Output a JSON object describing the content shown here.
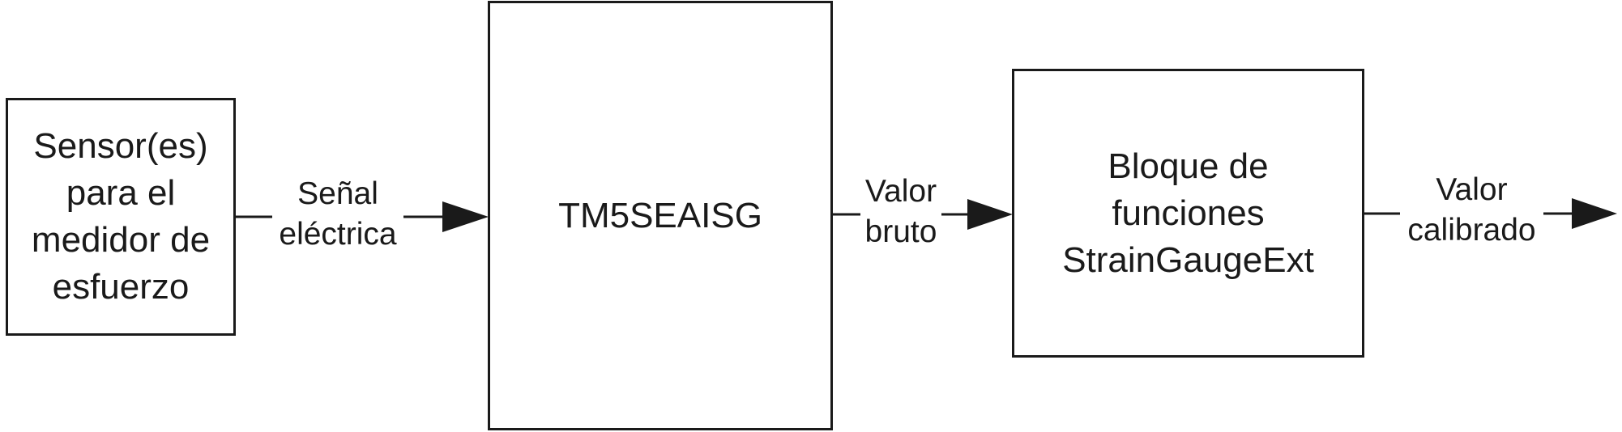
{
  "blocks": {
    "sensor": [
      "Sensor(es)",
      "para el",
      "medidor de",
      "esfuerzo"
    ],
    "module": [
      "TM5SEAISG"
    ],
    "function_block": [
      "Bloque de",
      "funciones",
      "StrainGaugeExt"
    ]
  },
  "signals": {
    "electrical": [
      "Señal",
      "eléctrica"
    ],
    "raw": [
      "Valor",
      "bruto"
    ],
    "calibrated": [
      "Valor",
      "calibrado"
    ]
  }
}
